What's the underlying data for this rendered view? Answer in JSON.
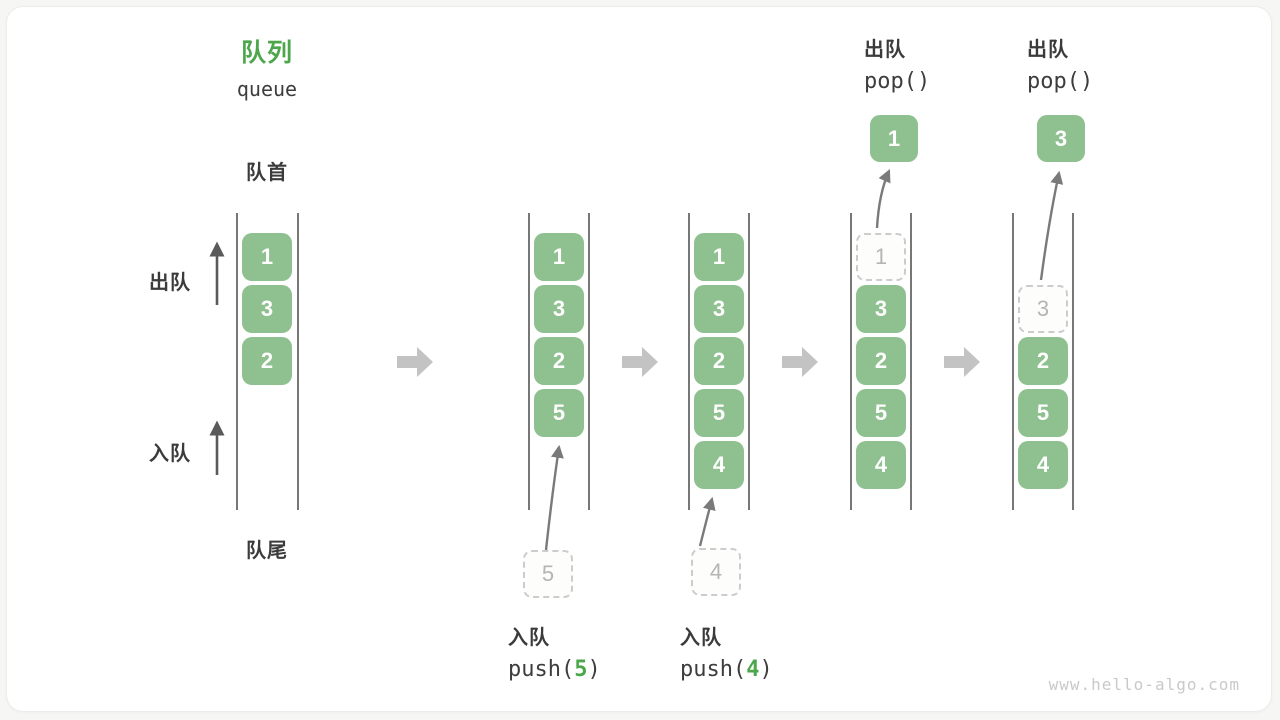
{
  "title": {
    "main": "队列",
    "sub": "queue"
  },
  "side_labels": {
    "front": "队首",
    "rear": "队尾",
    "dequeue": "出队",
    "enqueue": "入队"
  },
  "columns": [
    {
      "name": "state-initial",
      "cells": [
        {
          "v": "1"
        },
        {
          "v": "3"
        },
        {
          "v": "2"
        }
      ]
    },
    {
      "name": "state-after-push5",
      "cells": [
        {
          "v": "1"
        },
        {
          "v": "3"
        },
        {
          "v": "2"
        },
        {
          "v": "5"
        }
      ],
      "staged": "5"
    },
    {
      "name": "state-after-push4",
      "cells": [
        {
          "v": "1"
        },
        {
          "v": "3"
        },
        {
          "v": "2"
        },
        {
          "v": "5"
        },
        {
          "v": "4"
        }
      ],
      "staged": "4"
    },
    {
      "name": "state-pop-1",
      "dashed": "1",
      "cells": [
        {
          "v": "3"
        },
        {
          "v": "2"
        },
        {
          "v": "5"
        },
        {
          "v": "4"
        }
      ],
      "popped": "1"
    },
    {
      "name": "state-pop-3",
      "dashed": "3",
      "cells": [
        {
          "v": "2"
        },
        {
          "v": "5"
        },
        {
          "v": "4"
        }
      ],
      "popped": "3"
    }
  ],
  "operations": {
    "push5": {
      "label": "入队",
      "fn": "push(",
      "arg": "5",
      "close": ")"
    },
    "push4": {
      "label": "入队",
      "fn": "push(",
      "arg": "4",
      "close": ")"
    },
    "pop1": {
      "label": "出队",
      "fn": "pop()"
    },
    "pop3": {
      "label": "出队",
      "fn": "pop()"
    }
  },
  "watermark": "www.hello-algo.com",
  "colors": {
    "box_green": "#8FC08F",
    "accent_green": "#4CA64C",
    "block_arrow_gray": "#C3C3C3",
    "thin_arrow_gray": "#7a7a7a",
    "line_gray": "#555555",
    "dashed_border": "#cccccc"
  }
}
